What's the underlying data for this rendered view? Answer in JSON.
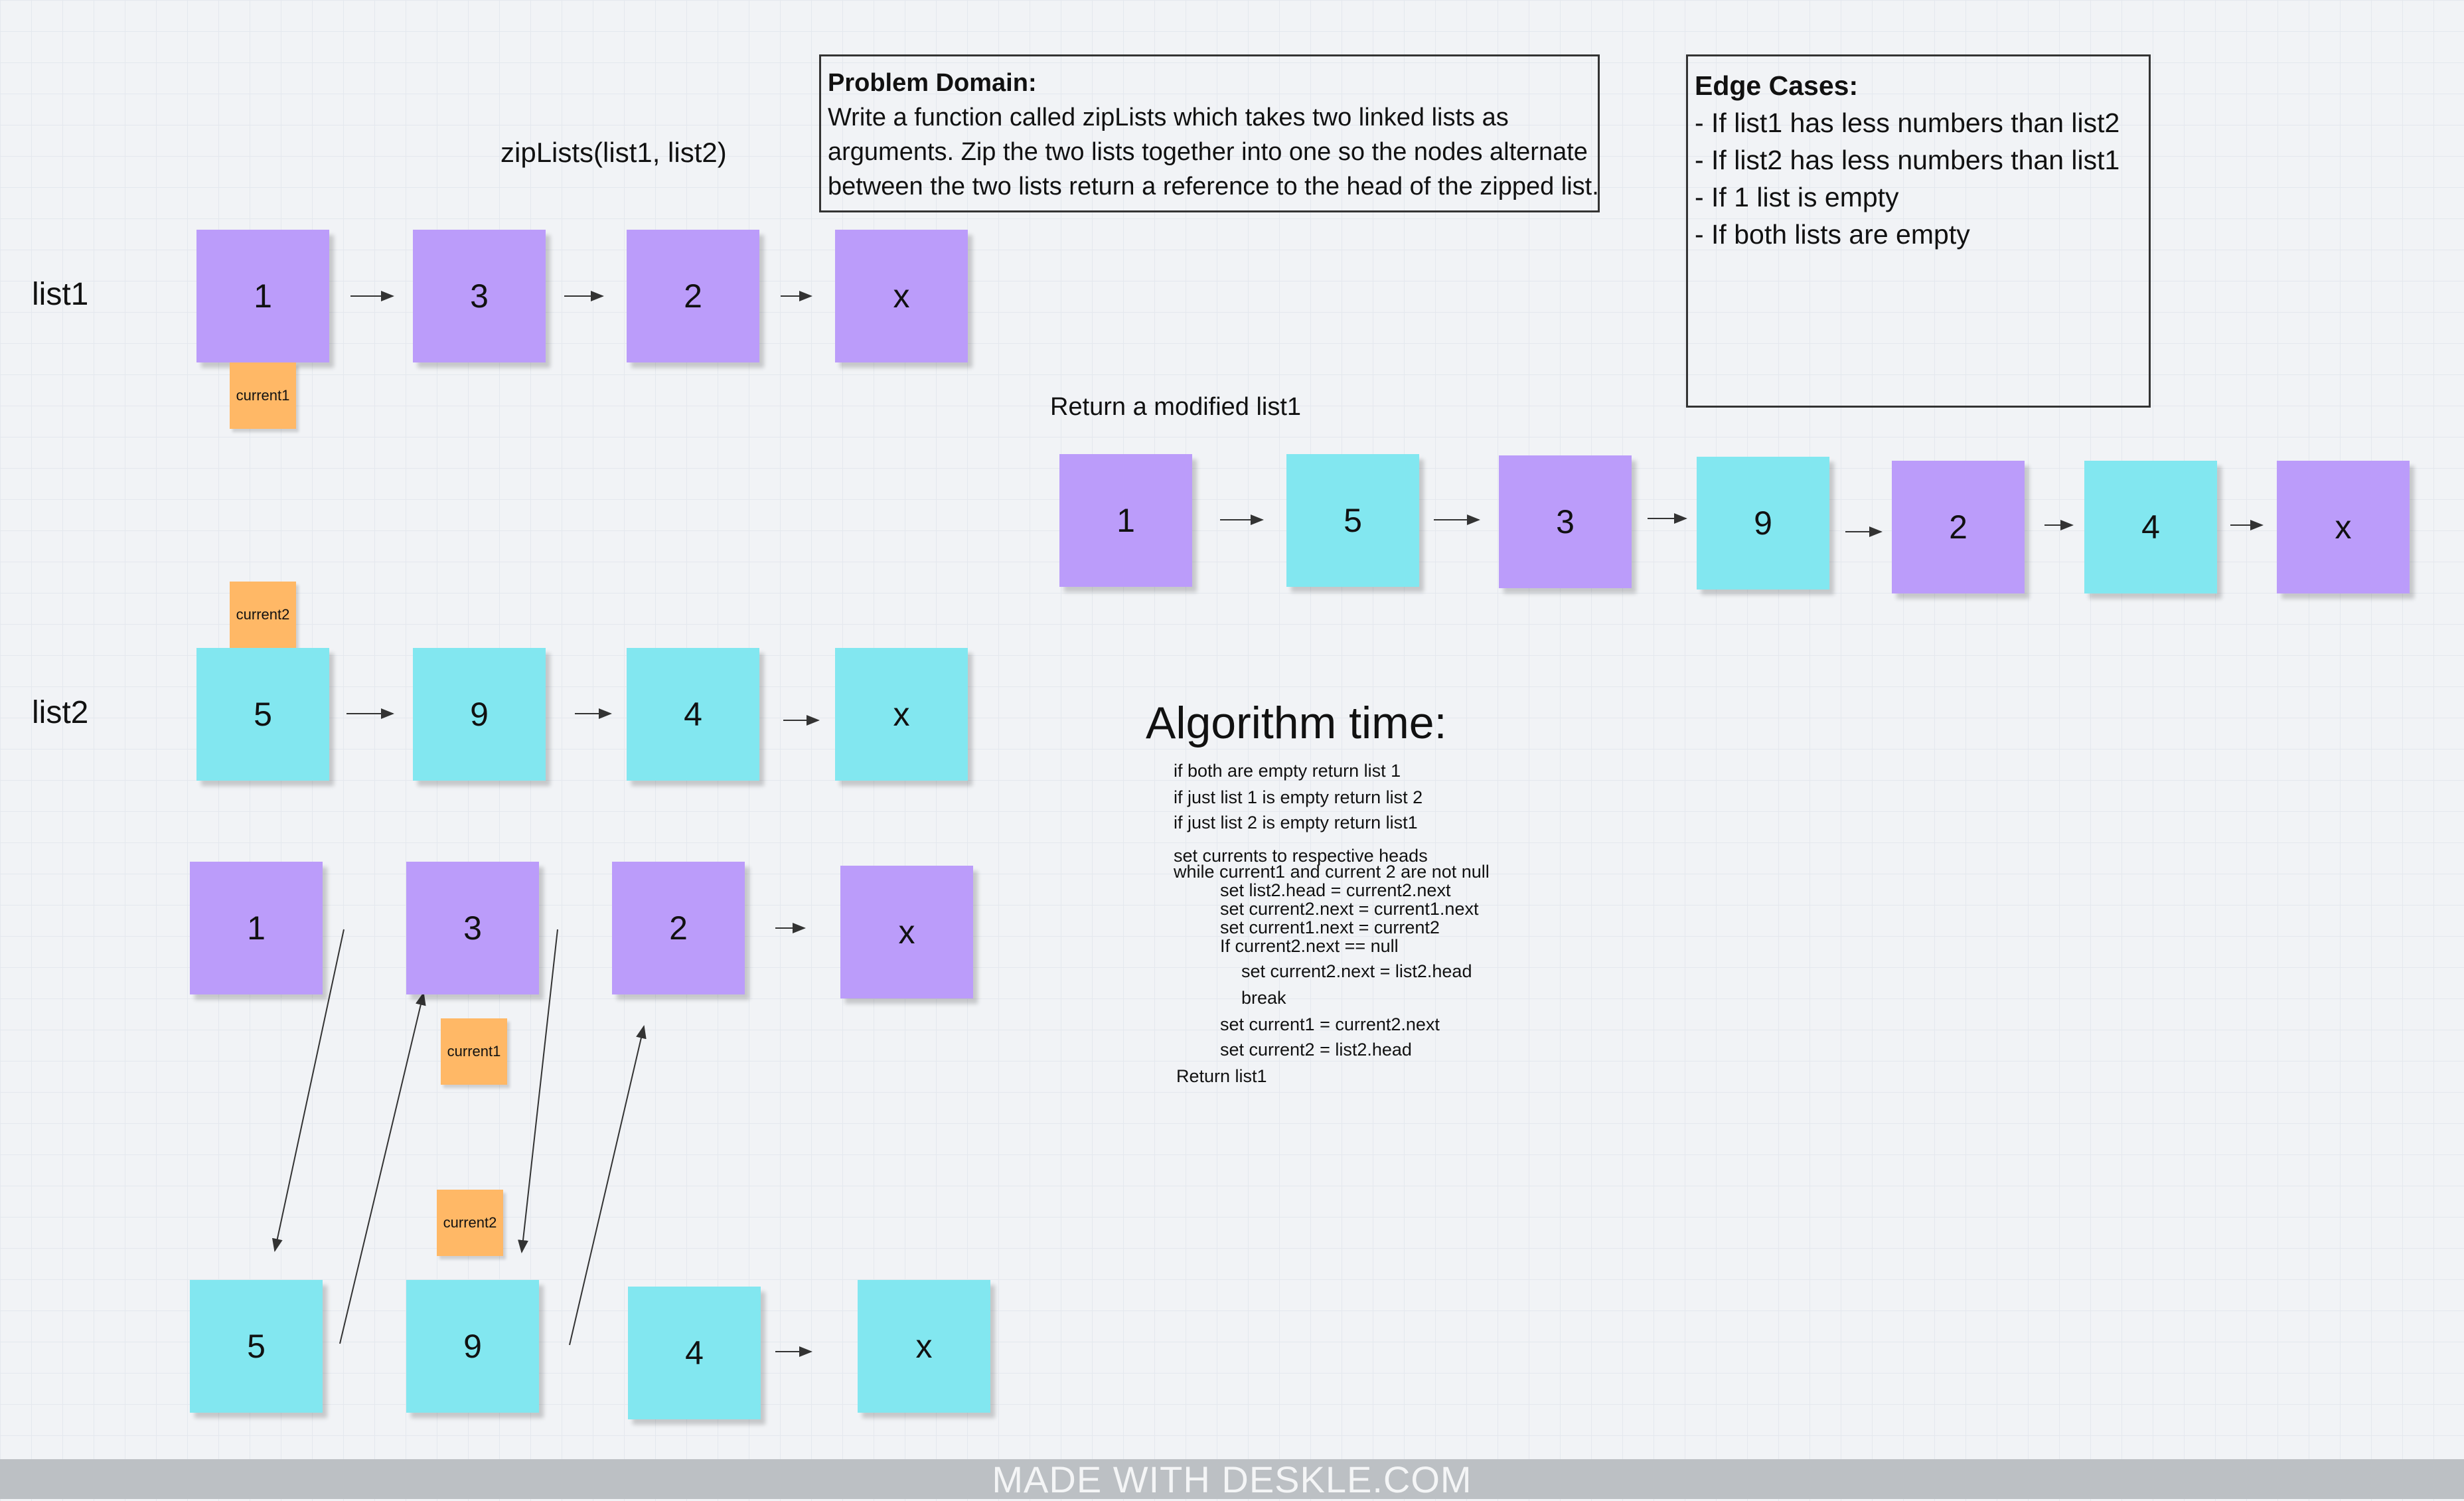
{
  "labels": {
    "function_signature": "zipLists(list1, list2)",
    "list1_label": "list1",
    "list2_label": "list2",
    "return_caption": "Return a modified list1",
    "algorithm_heading": "Algorithm time:"
  },
  "problem_domain": {
    "title": "Problem Domain:",
    "lines": [
      "Write a function called zipLists which takes two linked lists as",
      "arguments. Zip the two lists together into one so the nodes alternate",
      "between the two lists return a reference to the head of the zipped list."
    ]
  },
  "edge_cases": {
    "title": "Edge Cases:",
    "items": [
      "- If list1 has less numbers than list2",
      "- If list2 has less numbers than list1",
      "- If 1 list is empty",
      "- If both lists are empty"
    ]
  },
  "list1_nodes": [
    "1",
    "3",
    "2",
    "x"
  ],
  "list2_nodes": [
    "5",
    "9",
    "4",
    "x"
  ],
  "result_nodes": [
    "1",
    "5",
    "3",
    "9",
    "2",
    "4",
    "x"
  ],
  "lower_list1_nodes": [
    "1",
    "3",
    "2",
    "x"
  ],
  "lower_list2_nodes": [
    "5",
    "9",
    "4",
    "x"
  ],
  "pointers": {
    "current1": "current1",
    "current2": "current2"
  },
  "algorithm_lines": [
    "if both are empty return list 1",
    "if just list 1 is empty return list 2",
    "if just list 2 is empty return list1",
    "set currents to respective heads",
    "while current1 and current 2 are not null",
    "set list2.head = current2.next",
    "set current2.next = current1.next",
    "set current1.next = current2",
    "If current2.next == null",
    "set current2.next = list2.head",
    "break",
    "set current1 = current2.next",
    "set current2 = list2.head",
    "Return list1"
  ],
  "footer": "MADE WITH DESKLE.COM",
  "colors": {
    "list1_node": "#bb9cfa",
    "list2_node": "#82e7f0",
    "pointer_tag": "#ffb866",
    "footer_bar": "#bcc0c4"
  }
}
